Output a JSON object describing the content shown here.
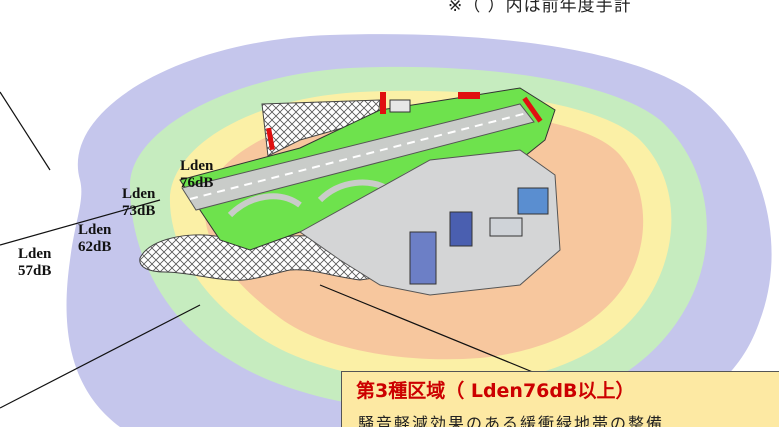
{
  "header": {
    "text": "※（ ）内は前年度手計"
  },
  "contours": [
    {
      "lden": "Lden",
      "value": "57dB",
      "color": "#c5c6ec"
    },
    {
      "lden": "Lden",
      "value": "62dB",
      "color": "#c6ecbf"
    },
    {
      "lden": "Lden",
      "value": "73dB",
      "color": "#fbf0a6"
    },
    {
      "lden": "Lden",
      "value": "76dB",
      "color": "#f7c79e"
    }
  ],
  "zone_box": {
    "title": "第3種区域（ Lden76dB以上）",
    "desc": "騒音軽減効果のある緩衝緑地帯の整備"
  },
  "colors": {
    "runway": "#c9ccc9",
    "grass": "#6ee24d",
    "apron": "#d4d5d6",
    "box": "#fde9a3",
    "title": "#cc0000"
  }
}
